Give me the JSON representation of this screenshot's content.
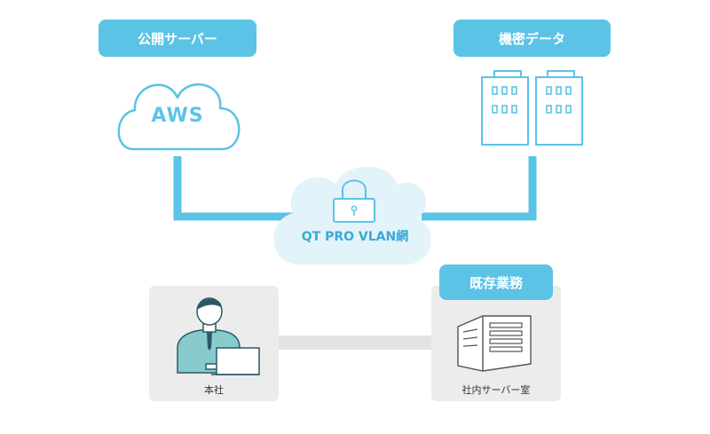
{
  "labels": {
    "public_server": "公開サーバー",
    "confidential_data": "機密データ",
    "existing_business": "既存業務"
  },
  "aws_text": "AWS",
  "network_label": "QT PRO VLAN網",
  "captions": {
    "head_office": "本社",
    "server_room": "社内サーバー室"
  },
  "colors": {
    "accent": "#5bc3e6",
    "cloud_fill": "#e3f3fa",
    "gray": "#ececec",
    "connector_gray": "#e3e3e3"
  }
}
